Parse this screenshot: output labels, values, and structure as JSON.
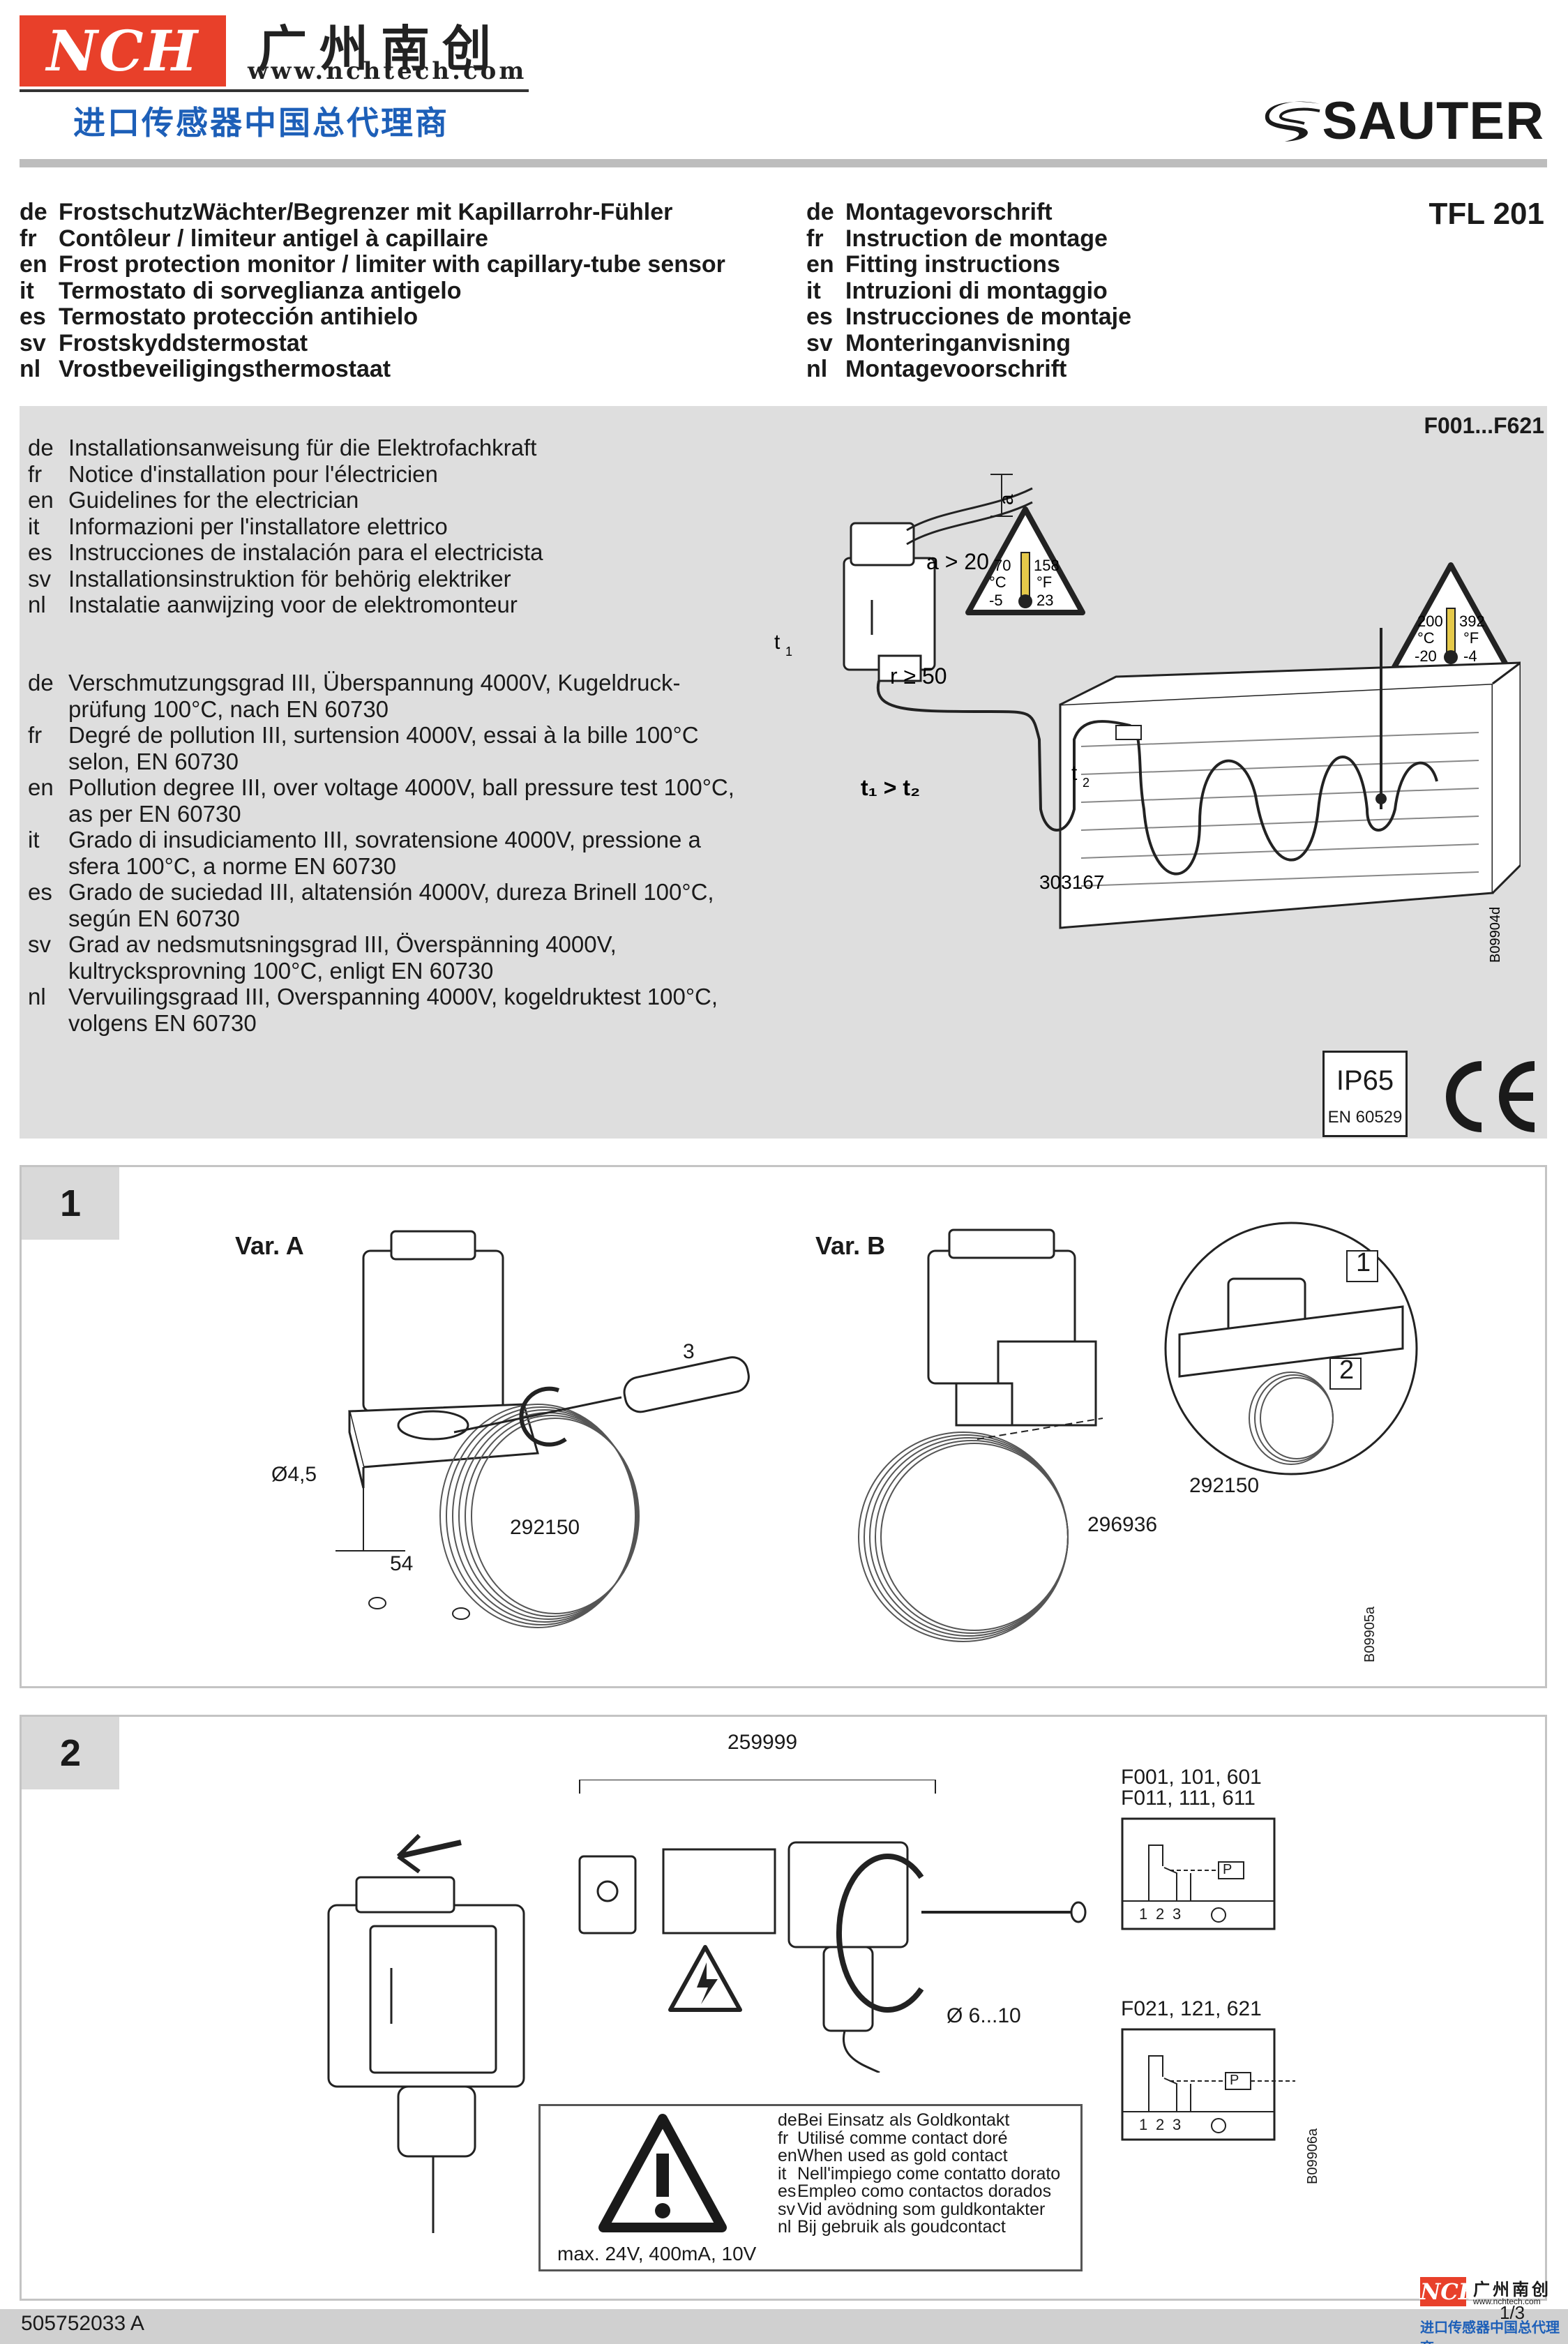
{
  "header": {
    "nch_logo": "NCH",
    "nch_chinese_name": "广州南创",
    "nch_url": "www.nchtech.com",
    "nch_slogan": "进口传感器中国总代理商",
    "brand": "SAUTER",
    "model": "TFL 201"
  },
  "titles": [
    {
      "code": "de",
      "text": "FrostschutzWächter/Begrenzer mit Kapillarrohr-Fühler"
    },
    {
      "code": "fr",
      "text": "Contôleur / limiteur antigel à capillaire"
    },
    {
      "code": "en",
      "text": "Frost protection monitor / limiter with capillary-tube sensor"
    },
    {
      "code": "it",
      "text": "Termostato di sorveglianza antigelo"
    },
    {
      "code": "es",
      "text": "Termostato protección antihielo"
    },
    {
      "code": "sv",
      "text": "Frostskyddstermostat"
    },
    {
      "code": "nl",
      "text": "Vrostbeveiligingsthermostaat"
    }
  ],
  "instructions": [
    {
      "code": "de",
      "text": "Montagevorschrift"
    },
    {
      "code": "fr",
      "text": "Instruction de montage"
    },
    {
      "code": "en",
      "text": "Fitting instructions"
    },
    {
      "code": "it",
      "text": "Intruzioni di montaggio"
    },
    {
      "code": "es",
      "text": "Instrucciones de montaje"
    },
    {
      "code": "sv",
      "text": "Monteringanvisning"
    },
    {
      "code": "nl",
      "text": "Montagevoorschrift"
    }
  ],
  "variants": "F001...F621",
  "installation_notes": [
    {
      "code": "de",
      "text": "Installationsanweisung für die Elektrofachkraft"
    },
    {
      "code": "fr",
      "text": "Notice d'installation pour l'électricien"
    },
    {
      "code": "en",
      "text": "Guidelines for the electrician"
    },
    {
      "code": "it",
      "text": "Informazioni per l'installatore elettrico"
    },
    {
      "code": "es",
      "text": "Instrucciones de instalación para el electricista"
    },
    {
      "code": "sv",
      "text": "Installationsinstruktion för behörig elektriker"
    },
    {
      "code": "nl",
      "text": "Instalatie aanwijzing voor de elektromonteur"
    }
  ],
  "pollution_notes": [
    {
      "code": "de",
      "text": "Verschmutzungsgrad III, Überspannung 4000V, Kugeldruck-prüfung 100°C, nach EN 60730"
    },
    {
      "code": "fr",
      "text": "Degré de pollution III, surtension 4000V, essai à la bille 100°C selon, EN 60730"
    },
    {
      "code": "en",
      "text": "Pollution degree III, over voltage 4000V, ball pressure test 100°C, as per EN 60730"
    },
    {
      "code": "it",
      "text": "Grado di insudiciamento III, sovratensione 4000V, pressione a sfera 100°C, a norme EN 60730"
    },
    {
      "code": "es",
      "text": "Grado de suciedad III, altatensión 4000V, dureza Brinell 100°C, según EN 60730"
    },
    {
      "code": "sv",
      "text": "Grad av nedsmutsningsgrad III, Överspänning 4000V, kultrycksprovning 100°C, enligt EN 60730"
    },
    {
      "code": "nl",
      "text": "Vervuilingsgraad III, Overspanning 4000V, kogeldruktest 100°C, volgens EN 60730"
    }
  ],
  "overview_figure": {
    "a_label": "a",
    "a_min": "a > 20",
    "r_min": "r ≥ 50",
    "t1": "t",
    "t1_sub": "1",
    "t2": "t",
    "t2_sub": "2",
    "t_relation": "t₁ > t₂",
    "part_no": "303167",
    "fig_code": "B09904d",
    "warn1": {
      "c_high": "70",
      "f_high": "158",
      "c_unit": "°C",
      "f_unit": "°F",
      "c_low": "-5",
      "f_low": "23"
    },
    "warn2": {
      "c_high": "200",
      "f_high": "392",
      "c_unit": "°C",
      "f_unit": "°F",
      "c_low": "-20",
      "f_low": "-4"
    }
  },
  "ip_rating": {
    "ip": "IP65",
    "standard": "EN 60529"
  },
  "ce_mark": "CE",
  "panel1": {
    "number": "1",
    "var_a": "Var. A",
    "var_b": "Var. B",
    "hole": "Ø4,5",
    "distance": "54",
    "screwdriver_label": "3",
    "part_a": "292150",
    "part_b1": "292150",
    "part_b2": "296936",
    "step1": "1",
    "step2": "2",
    "fig_code": "B09905a"
  },
  "panel2": {
    "number": "2",
    "part": "259999",
    "cable": "Ø 6...10",
    "wiring1_models_line1": "F001, 101, 601",
    "wiring1_models_line2": "F011, 111, 611",
    "wiring2_models": "F021, 121, 621",
    "terminals": [
      "1",
      "2",
      "3"
    ],
    "p_label": "P",
    "fig_code": "B09906a",
    "warning": {
      "lines": [
        {
          "code": "de",
          "text": "Bei Einsatz als Goldkontakt"
        },
        {
          "code": "fr",
          "text": "Utilisé comme contact doré"
        },
        {
          "code": "en",
          "text": "When used as gold contact"
        },
        {
          "code": "it",
          "text": "Nell'impiego come contatto dorato"
        },
        {
          "code": "es",
          "text": "Empleo como contactos dorados"
        },
        {
          "code": "sv",
          "text": "Vid avödning som guldkontakter"
        },
        {
          "code": "nl",
          "text": "Bij gebruik als goudcontact"
        }
      ],
      "max": "max. 24V, 400mA, 10V"
    }
  },
  "footer": {
    "doc_number": "505752033 A",
    "page": "1/3",
    "mini_logo": "NCH",
    "mini_name": "广州南创",
    "mini_url": "www.nchtech.com",
    "mini_slogan": "进口传感器中国总代理商"
  },
  "colors": {
    "nch_red": "#e8402a",
    "nch_blue": "#1d5fb8",
    "band_grey": "#dedede",
    "ink": "#1a1a1a"
  }
}
